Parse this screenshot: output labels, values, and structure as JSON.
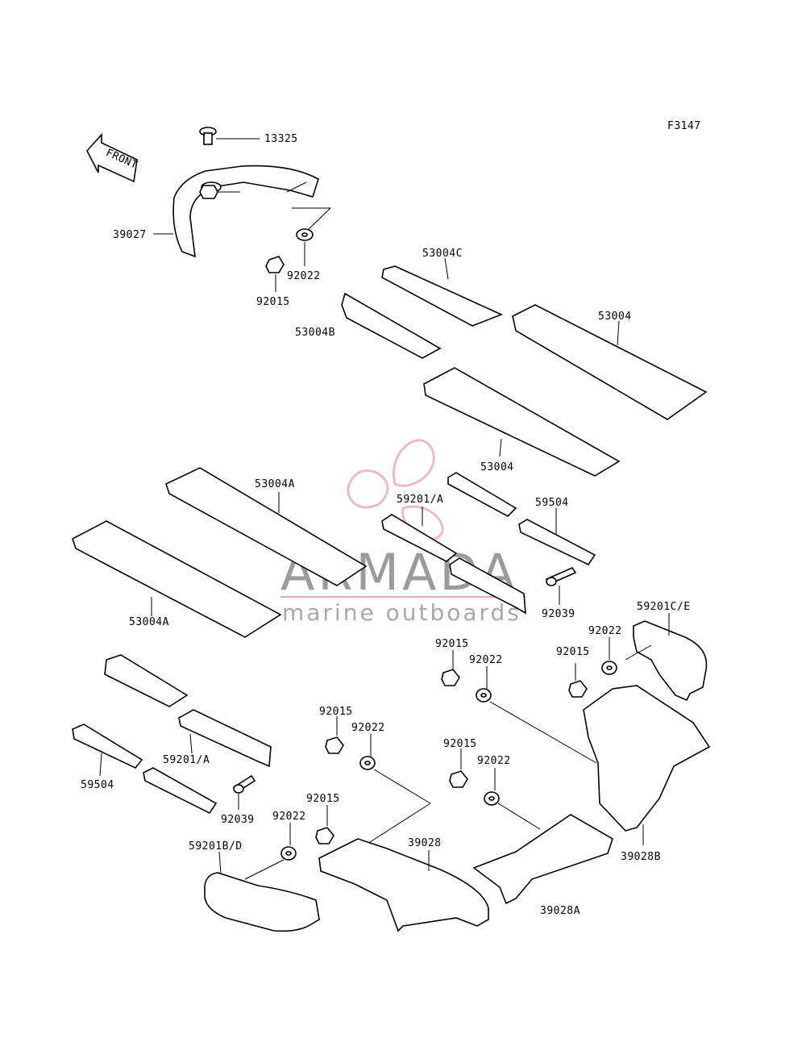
{
  "figure_code": "F3147",
  "front_label": "FRONT",
  "watermark": {
    "brand": "ARMADA",
    "tagline": "marine outboards",
    "accent_color": "#e8a7c0",
    "text_color": "#8a8a8a"
  },
  "labels": {
    "l13325": "13325",
    "l39027": "39027",
    "l92022_a": "92022",
    "l92015_a": "92015",
    "l53004C": "53004C",
    "l53004B": "53004B",
    "l53004_a": "53004",
    "l53004_b": "53004",
    "l53004A_a": "53004A",
    "l53004A_b": "53004A",
    "l59201A_a": "59201/A",
    "l59504_a": "59504",
    "l92039_a": "92039",
    "l59201CE": "59201C/E",
    "l92022_b": "92022",
    "l92015_b": "92015",
    "l92015_c": "92015",
    "l92022_c": "92022",
    "l59201A_b": "59201/A",
    "l59504_b": "59504",
    "l92039_b": "92039",
    "l92015_d": "92015",
    "l92022_d": "92022",
    "l92015_e": "92015",
    "l92022_e": "92022",
    "l92015_f": "92015",
    "l92022_f": "92022",
    "l59201BD": "59201B/D",
    "l39028": "39028",
    "l39028A": "39028A",
    "l39028B": "39028B"
  }
}
